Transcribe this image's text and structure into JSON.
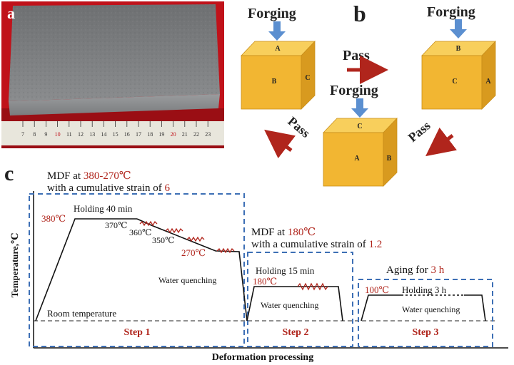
{
  "panel_a": {
    "label": "a",
    "ruler_ticks": [
      "7",
      "8",
      "9",
      "10",
      "11",
      "12",
      "13",
      "14",
      "15",
      "16",
      "17",
      "18",
      "19",
      "20",
      "21",
      "22",
      "23"
    ],
    "ruler_red_ticks": [
      "10",
      "20"
    ]
  },
  "panel_b": {
    "label": "b",
    "forging_label": "Forging",
    "pass_label": "Pass",
    "cube1": {
      "top": "A",
      "front": "B",
      "side": "C"
    },
    "cube2": {
      "top": "B",
      "front": "C",
      "side": "A"
    },
    "cube3": {
      "top": "C",
      "front": "A",
      "side": "B"
    }
  },
  "panel_c": {
    "label": "c",
    "y_axis_label": "Temperature,℃",
    "x_axis_label": "Deformation processing",
    "room_temp_label": "Room temperature",
    "step1": {
      "label": "Step 1",
      "title_prefix": "MDF at ",
      "title_temp": "380-270℃",
      "strain_prefix": "with a cumulative strain of ",
      "strain_value": "6",
      "start_temp": "380℃",
      "holding": "Holding 40 min",
      "temps": [
        "370℃",
        "360℃",
        "350℃"
      ],
      "end_temp": "270℃",
      "quench": "Water quenching"
    },
    "step2": {
      "label": "Step 2",
      "title_prefix": "MDF at ",
      "title_temp": "180℃",
      "strain_prefix": "with a cumulative strain of ",
      "strain_value": "1.2",
      "holding": "Holding 15 min",
      "temp": "180℃",
      "quench": "Water quenching"
    },
    "step3": {
      "label": "Step 3",
      "title_prefix": "Aging for ",
      "title_value": "3 h",
      "temp": "100℃",
      "holding": "Holding 3 h",
      "quench": "Water quenching"
    }
  },
  "colors": {
    "accent_red": "#b0251c",
    "arrow_blue": "#5b8fd0",
    "box_blue": "#3d6fb5",
    "cube_front": "#f2b632",
    "cube_top": "#f8cf5c",
    "cube_side": "#d89a1f"
  }
}
